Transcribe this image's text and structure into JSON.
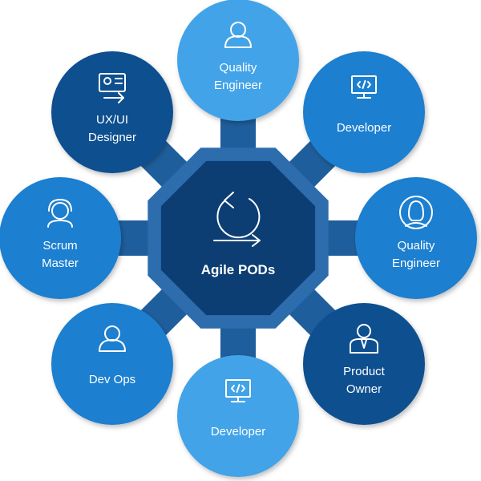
{
  "center": {
    "label": "Agile PODs"
  },
  "colors": {
    "hub": "#0c3e74",
    "hub_ring": "#2d6dae",
    "connector": "#1f5e9c",
    "light": "#43a3e8",
    "mid": "#1f7fd0",
    "dark": "#0d4f8f"
  },
  "roles": [
    {
      "line1": "Quality",
      "line2": "Engineer",
      "icon": "user-outline-icon",
      "tone": "light"
    },
    {
      "line1": "Developer",
      "line2": "",
      "icon": "monitor-code-icon",
      "tone": "mid"
    },
    {
      "line1": "Quality",
      "line2": "Engineer",
      "icon": "user-female-icon",
      "tone": "mid"
    },
    {
      "line1": "Product",
      "line2": "Owner",
      "icon": "businessman-icon",
      "tone": "dark"
    },
    {
      "line1": "Developer",
      "line2": "",
      "icon": "monitor-code-icon",
      "tone": "light"
    },
    {
      "line1": "Dev Ops",
      "line2": "",
      "icon": "user-outline-icon",
      "tone": "mid"
    },
    {
      "line1": "Scrum",
      "line2": "Master",
      "icon": "headset-user-icon",
      "tone": "mid"
    },
    {
      "line1": "UX/UI",
      "line2": "Designer",
      "icon": "designer-icon",
      "tone": "dark"
    }
  ]
}
